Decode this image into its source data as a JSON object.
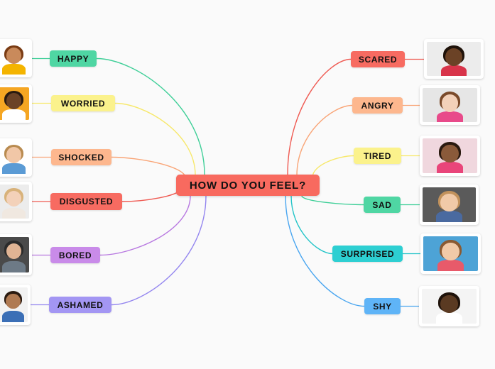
{
  "center": {
    "label": "HOW DO YOU FEEL?",
    "color": "#f86a5f"
  },
  "left_branches": [
    {
      "label": "HAPPY",
      "color": "#4fd6a3",
      "line": "#3fcf98",
      "photo": "child-laughing-photo"
    },
    {
      "label": "WORRIED",
      "color": "#fbf28c",
      "line": "#f7e86a",
      "photo": "child-worried-photo"
    },
    {
      "label": "SHOCKED",
      "color": "#fdb78e",
      "line": "#f9a577",
      "photo": "child-shocked-photo"
    },
    {
      "label": "DISGUSTED",
      "color": "#f76b61",
      "line": "#ef5a52",
      "photo": "child-disgusted-photo"
    },
    {
      "label": "BORED",
      "color": "#c98be9",
      "line": "#b777e0",
      "photo": "child-bored-photo"
    },
    {
      "label": "ASHAMED",
      "color": "#a396f3",
      "line": "#9486ef",
      "photo": "child-ashamed-photo"
    }
  ],
  "right_branches": [
    {
      "label": "SCARED",
      "color": "#f76b61",
      "line": "#ef5a52",
      "photo": "child-scared-photo"
    },
    {
      "label": "ANGRY",
      "color": "#fdb78e",
      "line": "#f9a577",
      "photo": "child-angry-photo"
    },
    {
      "label": "TIRED",
      "color": "#fbf28c",
      "line": "#f7e86a",
      "photo": "child-tired-photo"
    },
    {
      "label": "SAD",
      "color": "#4fd6a3",
      "line": "#3fcf98",
      "photo": "child-sad-photo"
    },
    {
      "label": "SURPRISED",
      "color": "#2dcfd2",
      "line": "#22c4c8",
      "photo": "child-surprised-photo"
    },
    {
      "label": "SHY",
      "color": "#5fb4f7",
      "line": "#4aa6f0",
      "photo": "child-shy-photo"
    }
  ]
}
